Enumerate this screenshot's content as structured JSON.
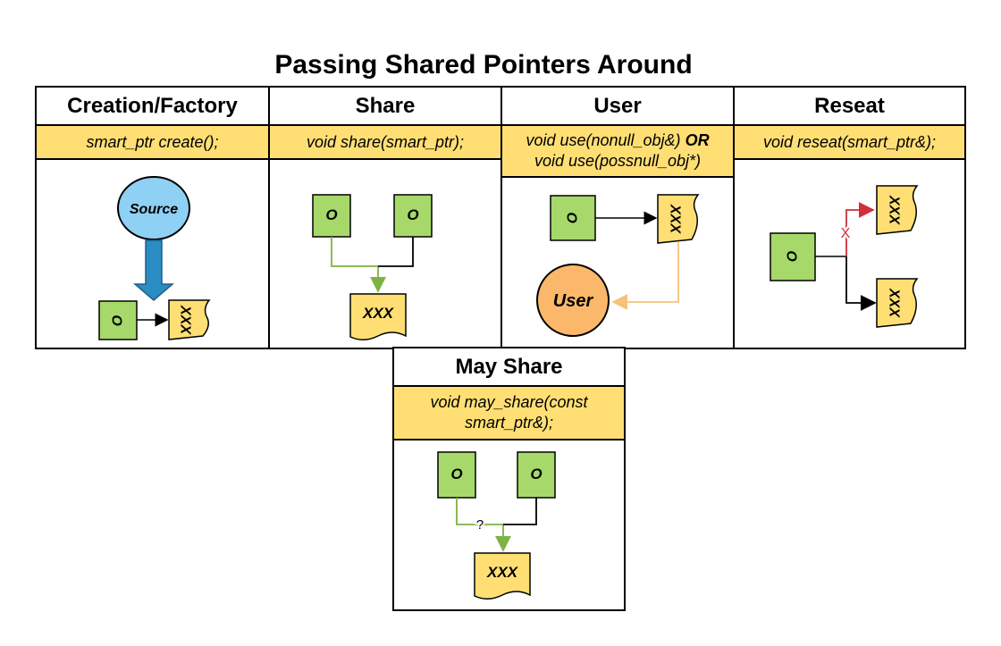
{
  "title": "Passing Shared Pointers Around",
  "panels": {
    "creation": {
      "heading": "Creation/Factory",
      "signature": "smart_ptr create();",
      "source_label": "Source",
      "object_label": "O",
      "data_label": "XXX"
    },
    "share": {
      "heading": "Share",
      "signature": "void share(smart_ptr);",
      "object_label": "O",
      "data_label": "XXX"
    },
    "user": {
      "heading": "User",
      "signature_line1": "void use(nonull_obj&)",
      "signature_or": "OR",
      "signature_line2": "void use(possnull_obj*)",
      "object_label": "O",
      "data_label": "XXX",
      "user_label": "User"
    },
    "reseat": {
      "heading": "Reseat",
      "signature": "void reseat(smart_ptr&);",
      "object_label": "O",
      "data_label": "XXX",
      "cut_mark": "X"
    },
    "may_share": {
      "heading": "May Share",
      "signature_line1": "void may_share(const",
      "signature_line2": "smart_ptr&);",
      "object_label": "O",
      "data_label": "XXX",
      "question_mark": "?"
    }
  },
  "colors": {
    "object_fill": "#a6d96a",
    "data_fill": "#ffdf74",
    "source_fill": "#8fd0f5",
    "user_fill": "#fbb86a",
    "green_line": "#7cb342",
    "orange_line": "#f6c27a",
    "red_line": "#d0303a",
    "arrow_blue": "#2b8cc4"
  }
}
